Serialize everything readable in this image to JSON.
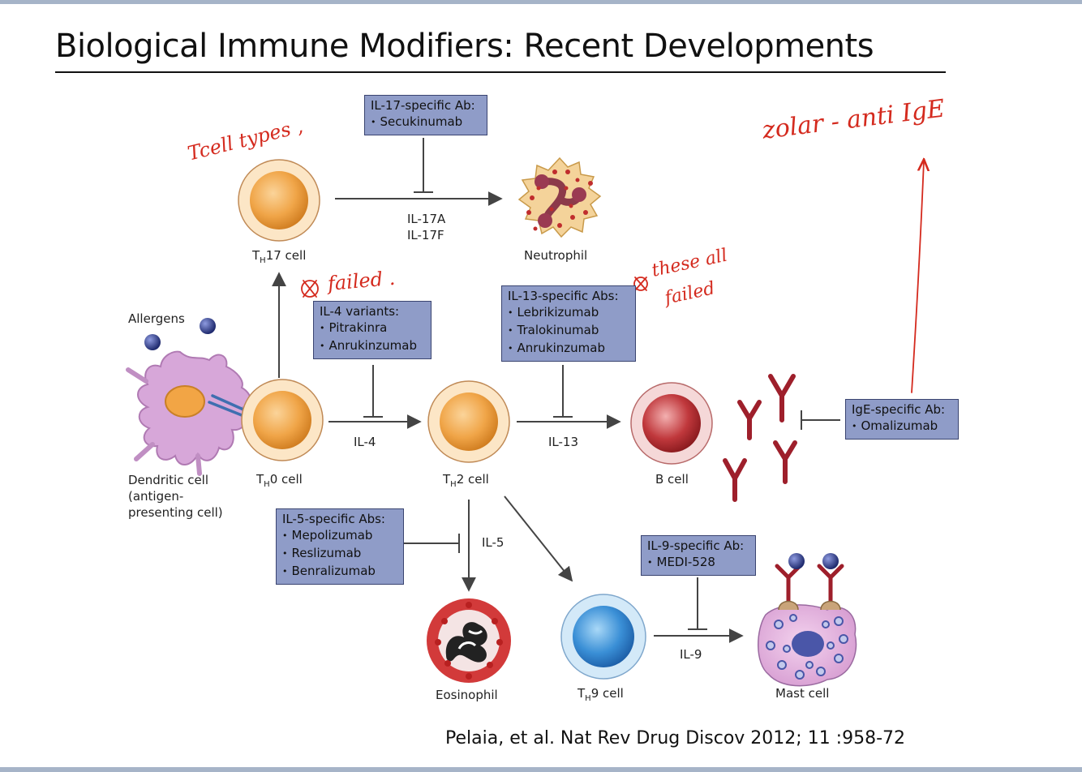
{
  "slide": {
    "title": "Biological Immune Modifiers: Recent Developments",
    "citation": "Pelaia, et al. Nat Rev Drug Discov 2012; 11 :958-72"
  },
  "cells": {
    "th17": {
      "name": "T",
      "sub": "H",
      "suffix": "17 cell"
    },
    "neutrophil": "Neutrophil",
    "allergens": "Allergens",
    "dendritic": "Dendritic cell\n(antigen-\npresenting cell)",
    "th0": {
      "name": "T",
      "sub": "H",
      "suffix": "0 cell"
    },
    "th2": {
      "name": "T",
      "sub": "H",
      "suffix": "2 cell"
    },
    "bcell": "B cell",
    "eosinophil": "Eosinophil",
    "th9": {
      "name": "T",
      "sub": "H",
      "suffix": "9 cell"
    },
    "mast": "Mast cell"
  },
  "cytokines": {
    "il17": "IL-17A\nIL-17F",
    "il4": "IL-4",
    "il13": "IL-13",
    "il5": "IL-5",
    "il9": "IL-9"
  },
  "boxes": {
    "il17": {
      "title": "IL-17-specific Ab:",
      "items": [
        "Secukinumab"
      ]
    },
    "il4": {
      "title": "IL-4 variants:",
      "items": [
        "Pitrakinra",
        "Anrukinzumab"
      ]
    },
    "il13": {
      "title": "IL-13-specific Abs:",
      "items": [
        "Lebrikizumab",
        "Tralokinumab",
        "Anrukinzumab"
      ]
    },
    "ige": {
      "title": "IgE-specific Ab:",
      "items": [
        "Omalizumab"
      ]
    },
    "il5": {
      "title": "IL-5-specific Abs:",
      "items": [
        "Mepolizumab",
        "Reslizumab",
        "Benralizumab"
      ]
    },
    "il9": {
      "title": "IL-9-specific Ab:",
      "items": [
        "MEDI-528"
      ]
    }
  },
  "annotations": {
    "tcell": "Tcell types ,",
    "failed": "failed .",
    "these_failed_1": "these all",
    "these_failed_2": "failed",
    "xolair": "zolar - anti IgE"
  },
  "colors": {
    "ink": "#d42a1e",
    "box": "#8f9cc8",
    "antibody": "#9e1f2b"
  }
}
